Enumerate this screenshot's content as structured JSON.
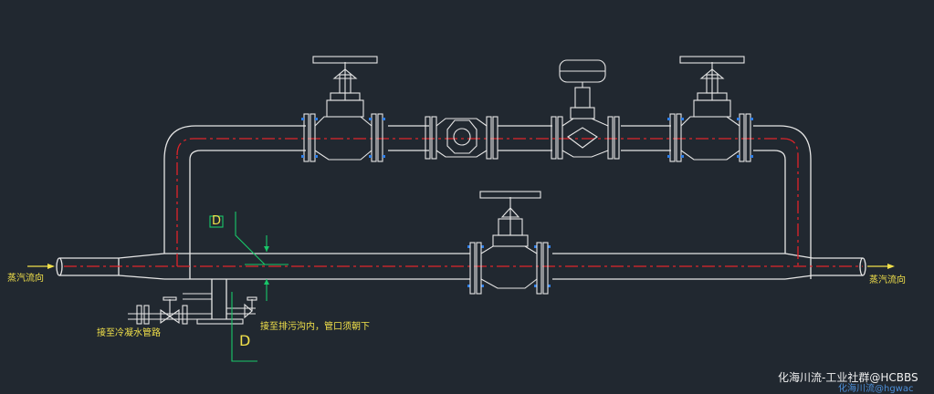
{
  "labels": {
    "steam_in": "蒸汽流向",
    "steam_out": "蒸汽流向",
    "condensate": "接至冷凝水管路",
    "drain": "接至排污沟内，管口须朝下",
    "section_top": "D",
    "section_bottom": "D"
  },
  "watermark": {
    "main": "化海川流-工业社群@HCBBS",
    "sub": "化海川流@hgwac"
  },
  "colors": {
    "background": "#212830",
    "pipe": "#e6e6e6",
    "centerline": "#e0242a",
    "flange_bolts": "#2f7fe8",
    "section_marks": "#19c86a",
    "annotations": "#f1e04a"
  }
}
